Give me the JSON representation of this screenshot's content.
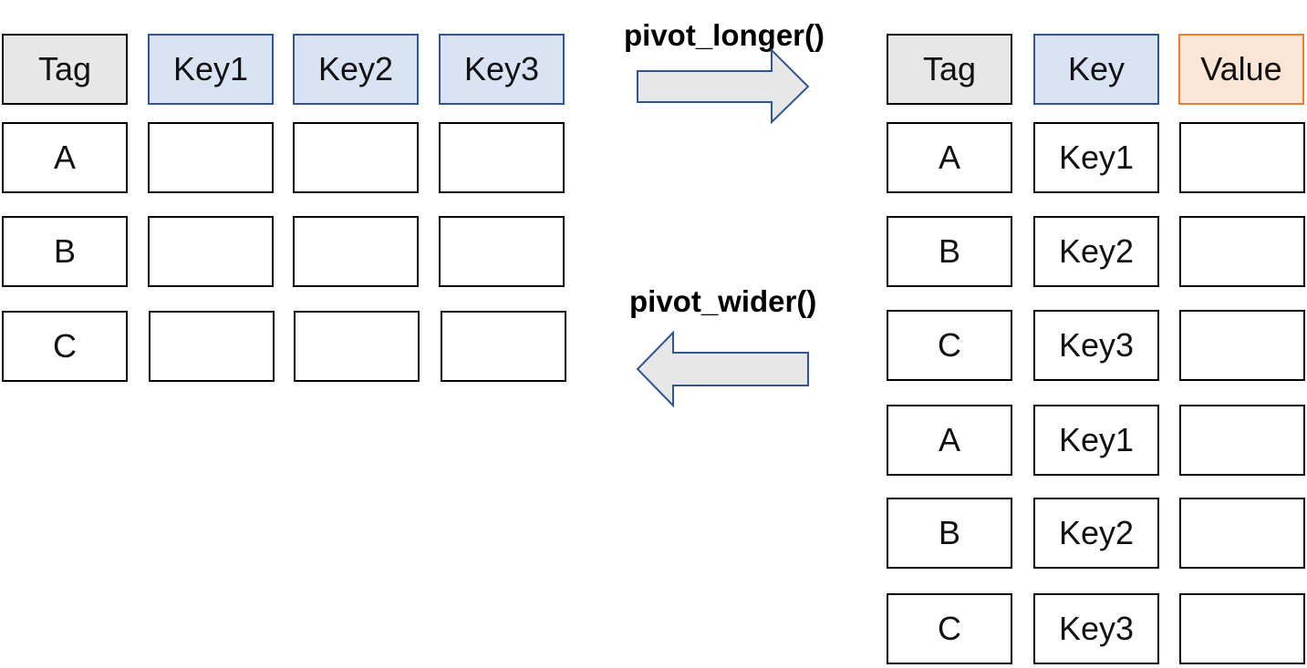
{
  "wide_table": {
    "headers": [
      "Tag",
      "Key1",
      "Key2",
      "Key3"
    ],
    "rows": [
      [
        "A",
        "",
        "",
        ""
      ],
      [
        "B",
        "",
        "",
        ""
      ],
      [
        "C",
        "",
        "",
        ""
      ]
    ]
  },
  "long_table": {
    "headers": [
      "Tag",
      "Key",
      "Value"
    ],
    "rows": [
      [
        "A",
        "Key1",
        ""
      ],
      [
        "B",
        "Key2",
        ""
      ],
      [
        "C",
        "Key3",
        ""
      ],
      [
        "A",
        "Key1",
        ""
      ],
      [
        "B",
        "Key2",
        ""
      ],
      [
        "C",
        "Key3",
        ""
      ]
    ]
  },
  "operations": {
    "to_long": "pivot_longer()",
    "to_wide": "pivot_wider()"
  },
  "colors": {
    "tag_header_fill": "#e7e7e7",
    "key_header_fill": "#dae3f3",
    "key_header_border": "#2f5597",
    "value_header_fill": "#fbe5d6",
    "value_header_border": "#ed7d31",
    "arrow_fill": "#e7e7e7",
    "arrow_border": "#2f5597"
  }
}
